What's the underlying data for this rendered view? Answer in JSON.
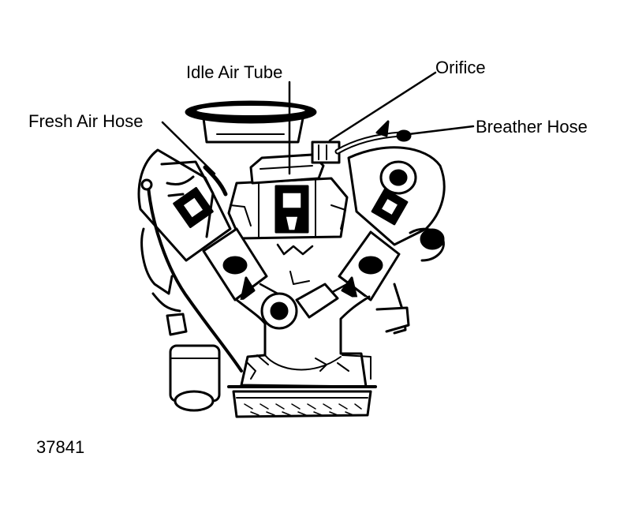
{
  "callouts": {
    "fresh_air_hose": "Fresh Air Hose",
    "idle_air_tube": "Idle Air Tube",
    "orifice": "Orifice",
    "breather_hose": "Breather Hose"
  },
  "figure_number": "37841",
  "colors": {
    "ink": "#000000",
    "paper": "#ffffff"
  }
}
